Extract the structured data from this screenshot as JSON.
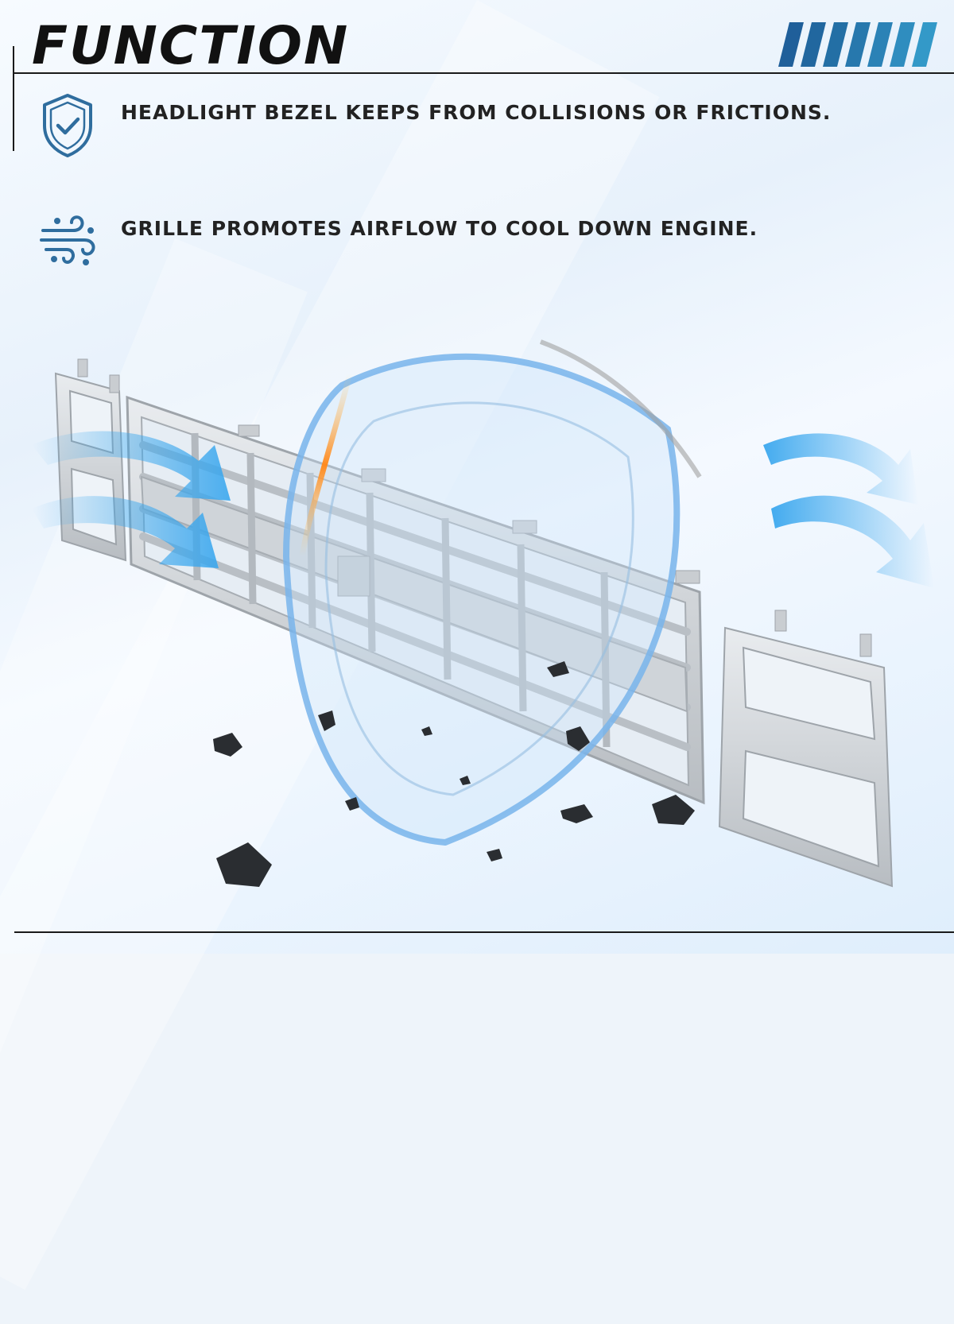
{
  "header": {
    "title": "FUNCTION",
    "stripe_colors": [
      "#1f5f9a",
      "#21679f",
      "#236fa5",
      "#2778ad",
      "#2b82b6",
      "#2f8dbf",
      "#3399c8"
    ]
  },
  "features": [
    {
      "icon": "shield-check-icon",
      "text": "HEADLIGHT BEZEL KEEPS FROM COLLISIONS OR FRICTIONS."
    },
    {
      "icon": "wind-airflow-icon",
      "text": "GRILLE PROMOTES AIRFLOW TO COOL DOWN ENGINE."
    }
  ],
  "colors": {
    "icon_blue": "#2f6d9e",
    "airflow_blue": "#3aa7ee",
    "metal": "#c9cdd1",
    "text": "#222222"
  },
  "illustration": {
    "icons": [
      "headlight-bezel-left",
      "grille",
      "transparent-shield",
      "airflow-arrows",
      "headlight-bezel-right",
      "debris-rocks"
    ]
  }
}
